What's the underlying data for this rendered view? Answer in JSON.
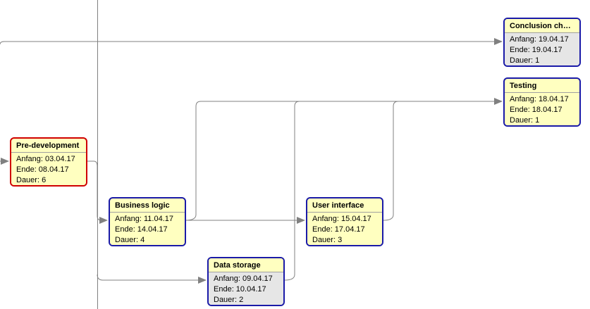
{
  "colors": {
    "critical_border": "#d00000",
    "normal_border": "#1a1aa8",
    "node_fill": "#ffffc0",
    "done_fill": "#e6e6e6",
    "connector": "#808080"
  },
  "nodes": {
    "pre_development": {
      "title": "Pre-development",
      "start": "Anfang: 03.04.17",
      "end": "Ende: 08.04.17",
      "duration": "Dauer: 6"
    },
    "business_logic": {
      "title": "Business logic",
      "start": "Anfang: 11.04.17",
      "end": "Ende: 14.04.17",
      "duration": "Dauer: 4"
    },
    "data_storage": {
      "title": "Data storage",
      "start": "Anfang: 09.04.17",
      "end": "Ende: 10.04.17",
      "duration": "Dauer: 2"
    },
    "user_interface": {
      "title": "User interface",
      "start": "Anfang: 15.04.17",
      "end": "Ende: 17.04.17",
      "duration": "Dauer: 3"
    },
    "testing": {
      "title": "Testing",
      "start": "Anfang: 18.04.17",
      "end": "Ende: 18.04.17",
      "duration": "Dauer: 1"
    },
    "conclusion": {
      "title": "Conclusion chap...",
      "start": "Anfang: 19.04.17",
      "end": "Ende: 19.04.17",
      "duration": "Dauer: 1"
    }
  }
}
